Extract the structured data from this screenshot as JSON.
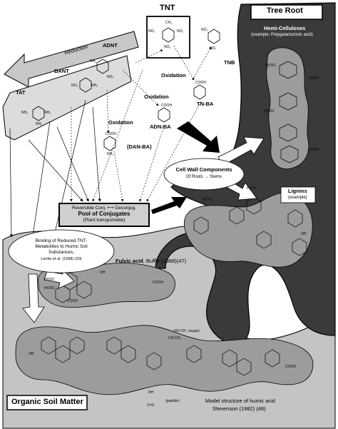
{
  "compounds": {
    "tnt": "TNT",
    "tnb": "TNB",
    "adnt": "ADNT",
    "dant": "DANT",
    "tat": "TAT",
    "tn_ba": "TN-BA",
    "adn_ba": "ADN-BA",
    "dan_ba": "(DAN-BA)"
  },
  "reactions": {
    "reduction": "Reduction",
    "oxidation": "Oxidation"
  },
  "tree_root": {
    "title": "Tree Root",
    "hemicelluloses": "Hemi-Celluloses",
    "hemicelluloses_example": "(example: Polygalacturonic acid)",
    "lignins": "Lignins",
    "lignins_example": "(example)"
  },
  "cell_wall": {
    "title": "Cell Wall Components",
    "subtitle": "Of Roots → Stems"
  },
  "pool": {
    "conj_line_left": "Reversible Conj.",
    "conj_arrow": "⟷",
    "conj_line_right": "Deconjug.",
    "title": "Pool of Conjugates",
    "subtitle": "(Plant transportable)"
  },
  "binding": {
    "line1": "Binding of Reduced TNT-",
    "line2": "Metabolites to Humic Soil",
    "line3": "Substances,",
    "ref": "Lenke et al. (1998) (20)"
  },
  "fulvic": {
    "name": "Fulvic acid",
    "ref": ", Buffle (1988)(47)"
  },
  "humic": {
    "line1": "Model structure of humic acid",
    "line2": "Stevenson (1982) (48)",
    "sugar": "(sugar)",
    "peptide": "(peptide)"
  },
  "soil": {
    "title": "Organic Soil Matter"
  },
  "groups": {
    "no2": "NO₂",
    "nh2": "NH₂",
    "ch3": "CH₃",
    "cooh": "COOH",
    "hooc": "HOOC",
    "oh": "OH",
    "o": "O",
    "nh": "NH",
    "h3co": "H₃CO",
    "hc_o": "HC=O",
    "c_o": "C=O",
    "hoch2": "HO-CH₂",
    "choh": "CHOH",
    "chch2": "CH-CH₂"
  },
  "colors": {
    "root": "#3a3a3a",
    "soil": "#c4c4c4",
    "molecule_fill": "#9c9c9c",
    "arrow_fill": "#c8c8c8"
  }
}
